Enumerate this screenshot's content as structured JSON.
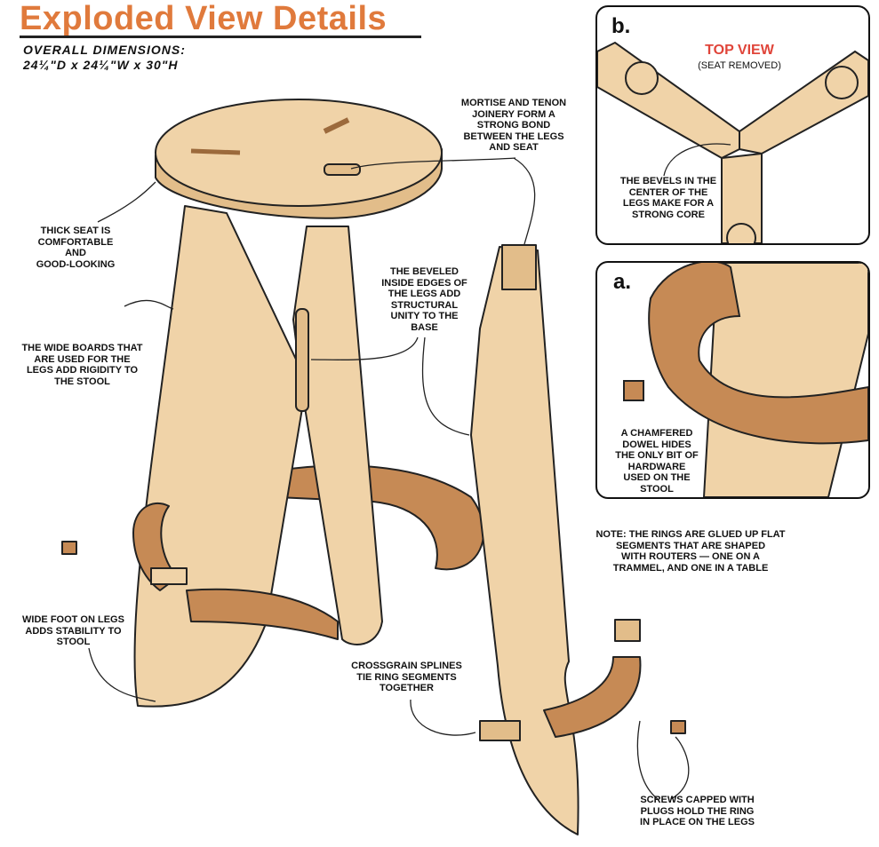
{
  "header": {
    "title": "Exploded View Details",
    "dims_heading": "OVERALL DIMENSIONS:",
    "dims_value": "24¼\"D x 24¼\"W x 30\"H"
  },
  "callouts": {
    "thick_seat": "THICK SEAT IS\nCOMFORTABLE AND\nGOOD-LOOKING",
    "wide_boards": "THE WIDE BOARDS THAT\nARE USED FOR THE\nLEGS ADD RIGIDITY TO\nTHE STOOL",
    "wide_foot": "WIDE FOOT ON LEGS\nADDS STABILITY TO\nSTOOL",
    "mortise": "MORTISE AND TENON\nJOINERY FORM A\nSTRONG BOND\nBETWEEN THE LEGS\nAND SEAT",
    "beveled": "THE BEVELED\nINSIDE EDGES OF\nTHE LEGS ADD\nSTRUCTURAL\nUNITY TO THE\nBASE",
    "crossgrain": "CROSSGRAIN SPLINES\nTIE RING SEGMENTS\nTOGETHER",
    "note": "NOTE: THE RINGS ARE GLUED UP FLAT\nSEGMENTS THAT ARE SHAPED\nWITH ROUTERS — ONE ON A\nTRAMMEL, AND ONE IN A TABLE",
    "screws": "SCREWS CAPPED WITH\nPLUGS HOLD THE RING\nIN PLACE ON THE LEGS"
  },
  "panel_b": {
    "letter": "b.",
    "view_title": "TOP VIEW",
    "view_sub": "(SEAT REMOVED)",
    "caption": "THE BEVELS IN THE\nCENTER OF THE\nLEGS MAKE FOR A\nSTRONG CORE"
  },
  "panel_a": {
    "letter": "a.",
    "caption": "A CHAMFERED\nDOWEL HIDES\nTHE ONLY BIT OF\nHARDWARE\nUSED ON THE\nSTOOL"
  },
  "colors": {
    "title_orange": "#e07a3c",
    "wood_light": "#f0d3a8",
    "wood_ring": "#c68a55",
    "outline": "#222222",
    "top_view_red": "#e0453a"
  }
}
